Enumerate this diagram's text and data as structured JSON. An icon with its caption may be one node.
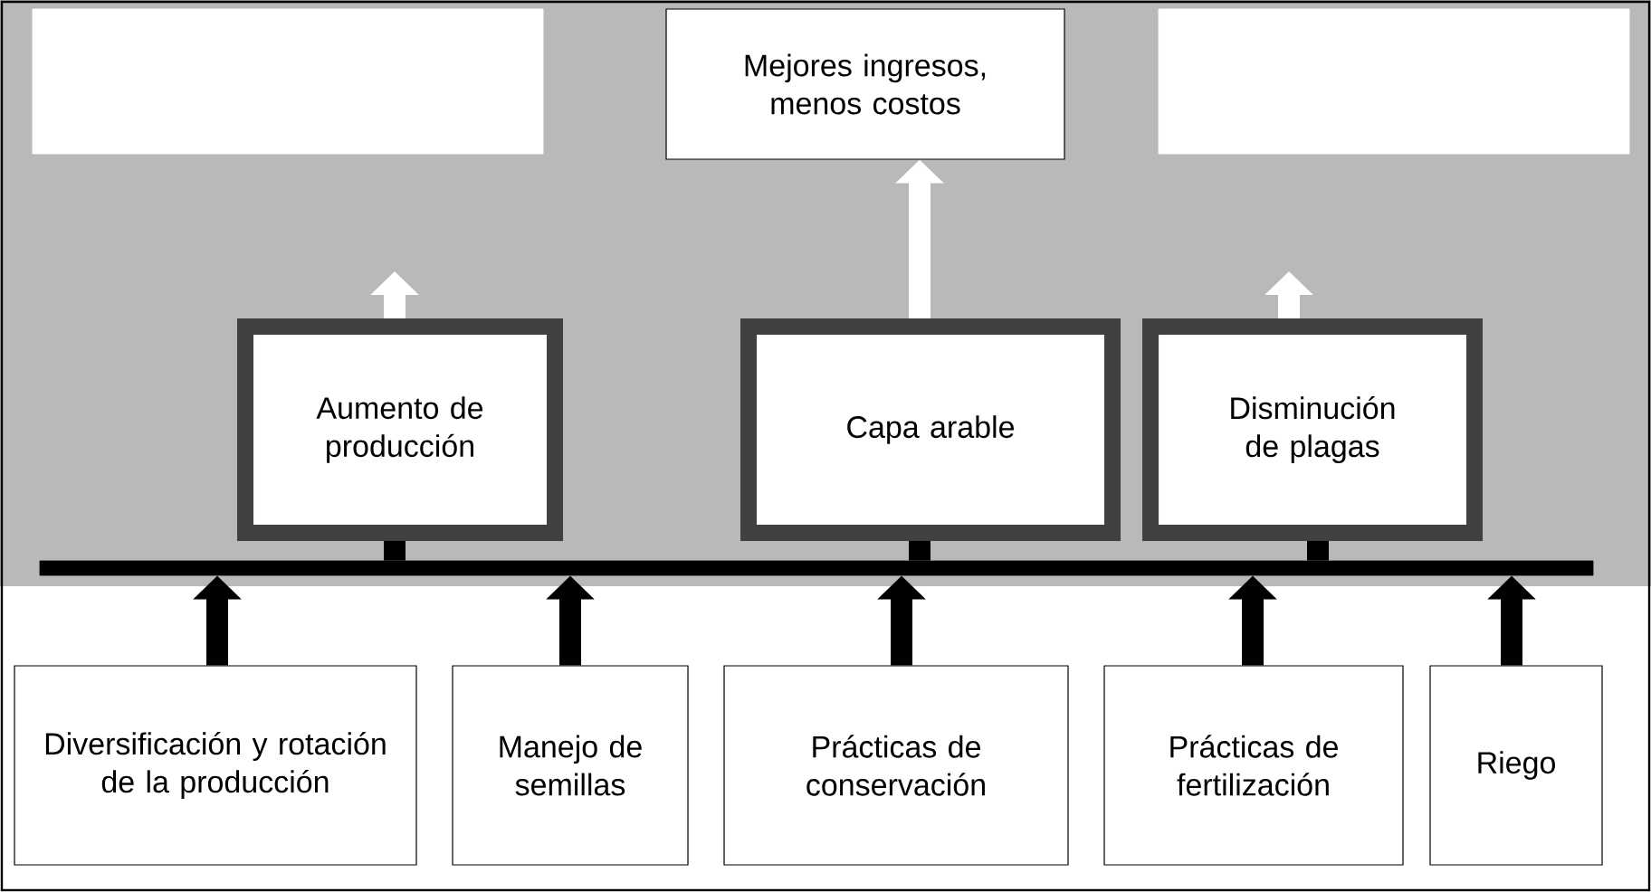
{
  "diagram": {
    "nodes": [
      {
        "text": [],
        "shape": "box"
      },
      {
        "text": [
          "Mejores ingresos, menos costos"
        ]
      },
      {
        "text": [],
        "shape": "box"
      },
      {
        "text": [
          "Aumento de producción"
        ]
      },
      {
        "text": [
          "Capa arable"
        ]
      },
      {
        "text": [
          "Disminución de plagas"
        ]
      },
      {
        "text": [],
        "shape": "bar"
      },
      {
        "text": [
          "Diversificación y rotación de la producción"
        ]
      },
      {
        "text": [
          "Manejo de semillas"
        ]
      },
      {
        "text": [
          "Prácticas de conservación"
        ]
      },
      {
        "text": [
          "Prácticas de fertilización"
        ]
      },
      {
        "text": [
          "Riego"
        ]
      }
    ],
    "edges": [
      {
        "from": 7,
        "to": 6,
        "arrow": "to"
      },
      {
        "from": 8,
        "to": 6,
        "arrow": "to"
      },
      {
        "from": 9,
        "to": 6,
        "arrow": "to"
      },
      {
        "from": 10,
        "to": 6,
        "arrow": "to"
      },
      {
        "from": 11,
        "to": 6,
        "arrow": "to"
      },
      {
        "from": 6,
        "to": 3,
        "arrow": "none"
      },
      {
        "from": 6,
        "to": 4,
        "arrow": "none"
      },
      {
        "from": 6,
        "to": 5,
        "arrow": "none"
      },
      {
        "from": 4,
        "to": 1,
        "arrow": "to",
        "color": "#ffffff"
      },
      {
        "from": 3,
        "to": null,
        "arrow": "to",
        "color": "#ffffff"
      },
      {
        "from": 5,
        "to": null,
        "arrow": "to",
        "color": "#ffffff"
      }
    ]
  }
}
